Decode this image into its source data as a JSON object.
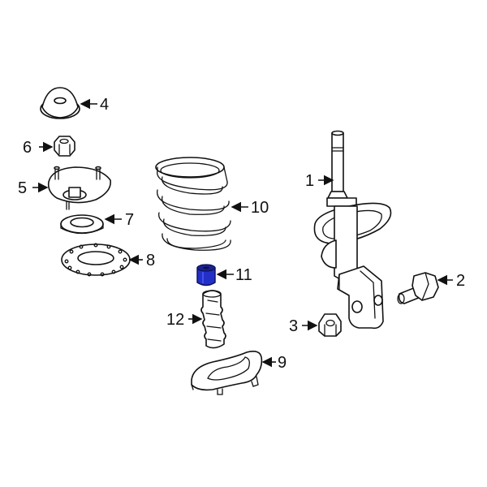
{
  "callouts": {
    "c1": "1",
    "c2": "2",
    "c3": "3",
    "c4": "4",
    "c5": "5",
    "c6": "6",
    "c7": "7",
    "c8": "8",
    "c9": "9",
    "c10": "10",
    "c11": "11",
    "c12": "12"
  },
  "colors": {
    "line": "#111111",
    "highlight": "#2330c8",
    "background": "#ffffff"
  }
}
